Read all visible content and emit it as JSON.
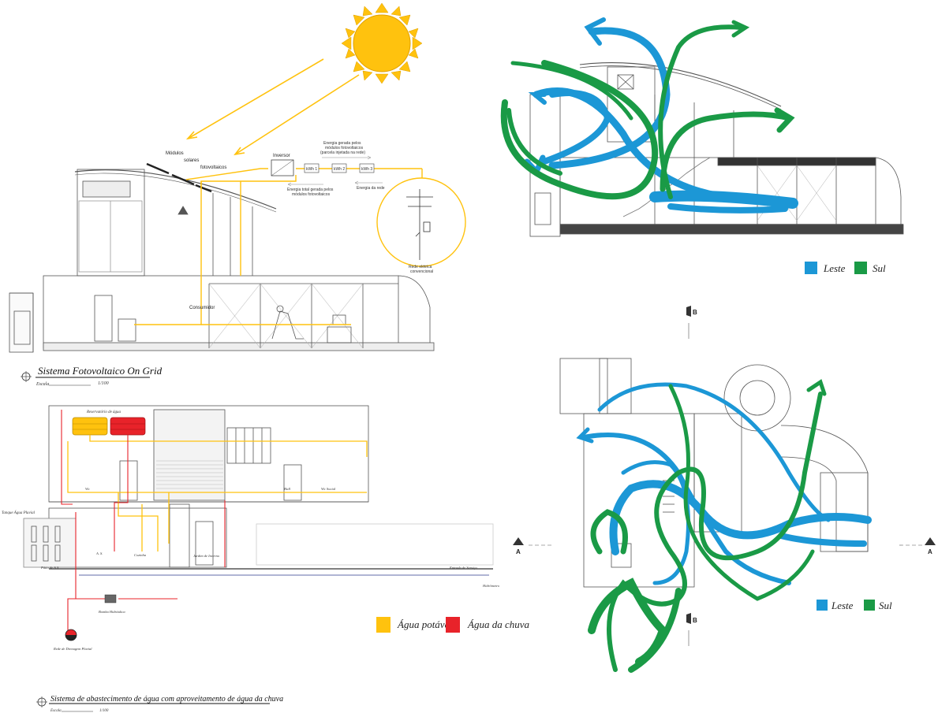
{
  "solar_section": {
    "title": "Sistema Fotovoltaico On Grid",
    "scale_label": "Escala",
    "scale_value": "1/100",
    "labels": {
      "modules_1": "Módulos",
      "modules_2": "solares",
      "modules_3": "fotovoltaicos",
      "inverter": "Inversor",
      "kwh1": "kWh 1",
      "kwh2": "kWh 2",
      "kwh3": "kWh 3",
      "energy_injected_1": "Energia gerada pelos",
      "energy_injected_2": "módulos fotovoltaicos",
      "energy_injected_3": "(parcela injetada na rede)",
      "energy_total_1": "Energia total gerada pelos",
      "energy_total_2": "módulos fotovoltaicos",
      "energy_grid": "Energia da rede",
      "grid_1": "Rede elétrica",
      "grid_2": "convencional",
      "consumer": "Consumidor"
    }
  },
  "water_section": {
    "title": "Sistema de abastecimento de água com aproveitamento de água da chuva",
    "scale_label": "Escala",
    "scale_value": "1/100",
    "labels": {
      "reservoir": "Reservatório de água",
      "rain_tank": "Tanque Água Pluvial",
      "pump": "Bomba Hidráulica",
      "drain": "Rede de Drenagem Pluvial",
      "hydrometer": "Hidrômetro",
      "entry": "Entrada de Serviço",
      "wc": "Wc",
      "wc_social": "Wc Social",
      "hall": "Hall",
      "cozinha": "Cozinha",
      "a_s": "A. S.",
      "jardim": "Jardim de Inverno",
      "patio": "Pátio de A.S."
    },
    "legend": [
      {
        "label": "Água potável",
        "color": "#FFC20E"
      },
      {
        "label": "Água da chuva",
        "color": "#E8232A"
      }
    ]
  },
  "ventilation_section": {
    "cut_b_label": "B",
    "legend": [
      {
        "label": "Leste",
        "color": "#1C97D6"
      },
      {
        "label": "Sul",
        "color": "#1A9A46"
      }
    ]
  },
  "ventilation_plan": {
    "cut_a_label": "A",
    "cut_b_label": "B",
    "legend": [
      {
        "label": "Leste",
        "color": "#1C97D6"
      },
      {
        "label": "Sul",
        "color": "#1A9A46"
      }
    ]
  }
}
